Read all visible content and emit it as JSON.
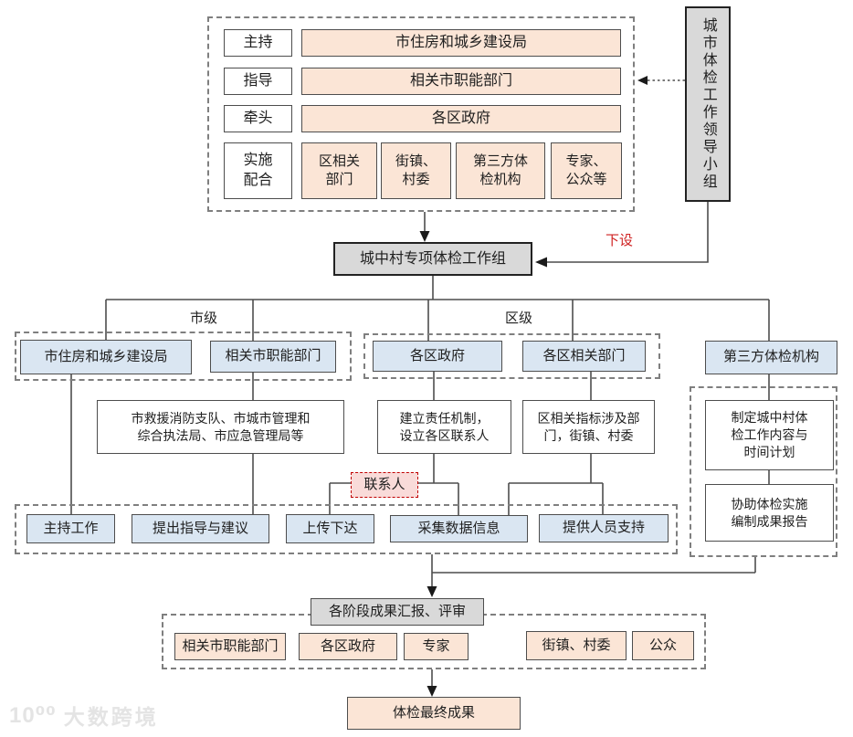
{
  "top_group": {
    "row1_label": "主持",
    "row1_value": "市住房和城乡建设局",
    "row2_label": "指导",
    "row2_value": "相关市职能部门",
    "row3_label": "牵头",
    "row3_value": "各区政府",
    "row4_label": "实施\n配合",
    "row4_items": [
      "区相关\n部门",
      "街镇、\n村委",
      "第三方体\n检机构",
      "专家、\n公众等"
    ]
  },
  "leadership_box": "城市体检工作领导小组",
  "annotation_below": "下设",
  "workgroup_box": "城中村专项体检工作组",
  "level_labels": {
    "city": "市级",
    "district": "区级"
  },
  "level2": {
    "city_1": "市住房和城乡建设局",
    "city_2": "相关市职能部门",
    "district_1": "各区政府",
    "district_2": "各区相关部门",
    "third_party": "第三方体检机构"
  },
  "tasks": {
    "city_agencies": "市救援消防支队、市城市管理和\n综合执法局、市应急管理局等",
    "district_gov": "建立责任机制，\n设立各区联系人",
    "district_depts": "区相关指标涉及部\n门，街镇、村委",
    "third_party_1": "制定城中村体\n检工作内容与\n时间计划",
    "third_party_2": "协助体检实施\n编制成果报告"
  },
  "contact_label": "联系人",
  "duties": [
    "主持工作",
    "提出指导与建议",
    "上传下达",
    "采集数据信息",
    "提供人员支持"
  ],
  "review_box": "各阶段成果汇报、评审",
  "review_participants": [
    "相关市职能部门",
    "各区政府",
    "专家",
    "街镇、村委",
    "公众"
  ],
  "final_box": "体检最终成果",
  "watermark": {
    "logo": "10⁰⁰",
    "text": "大数跨境"
  },
  "colors": {
    "peach": "#fbe5d6",
    "blue": "#dae6f2",
    "gray": "#d9d9d9",
    "pink": "#f9dbd9",
    "red_accent": "#cf2020",
    "line": "#4d4d4d"
  }
}
